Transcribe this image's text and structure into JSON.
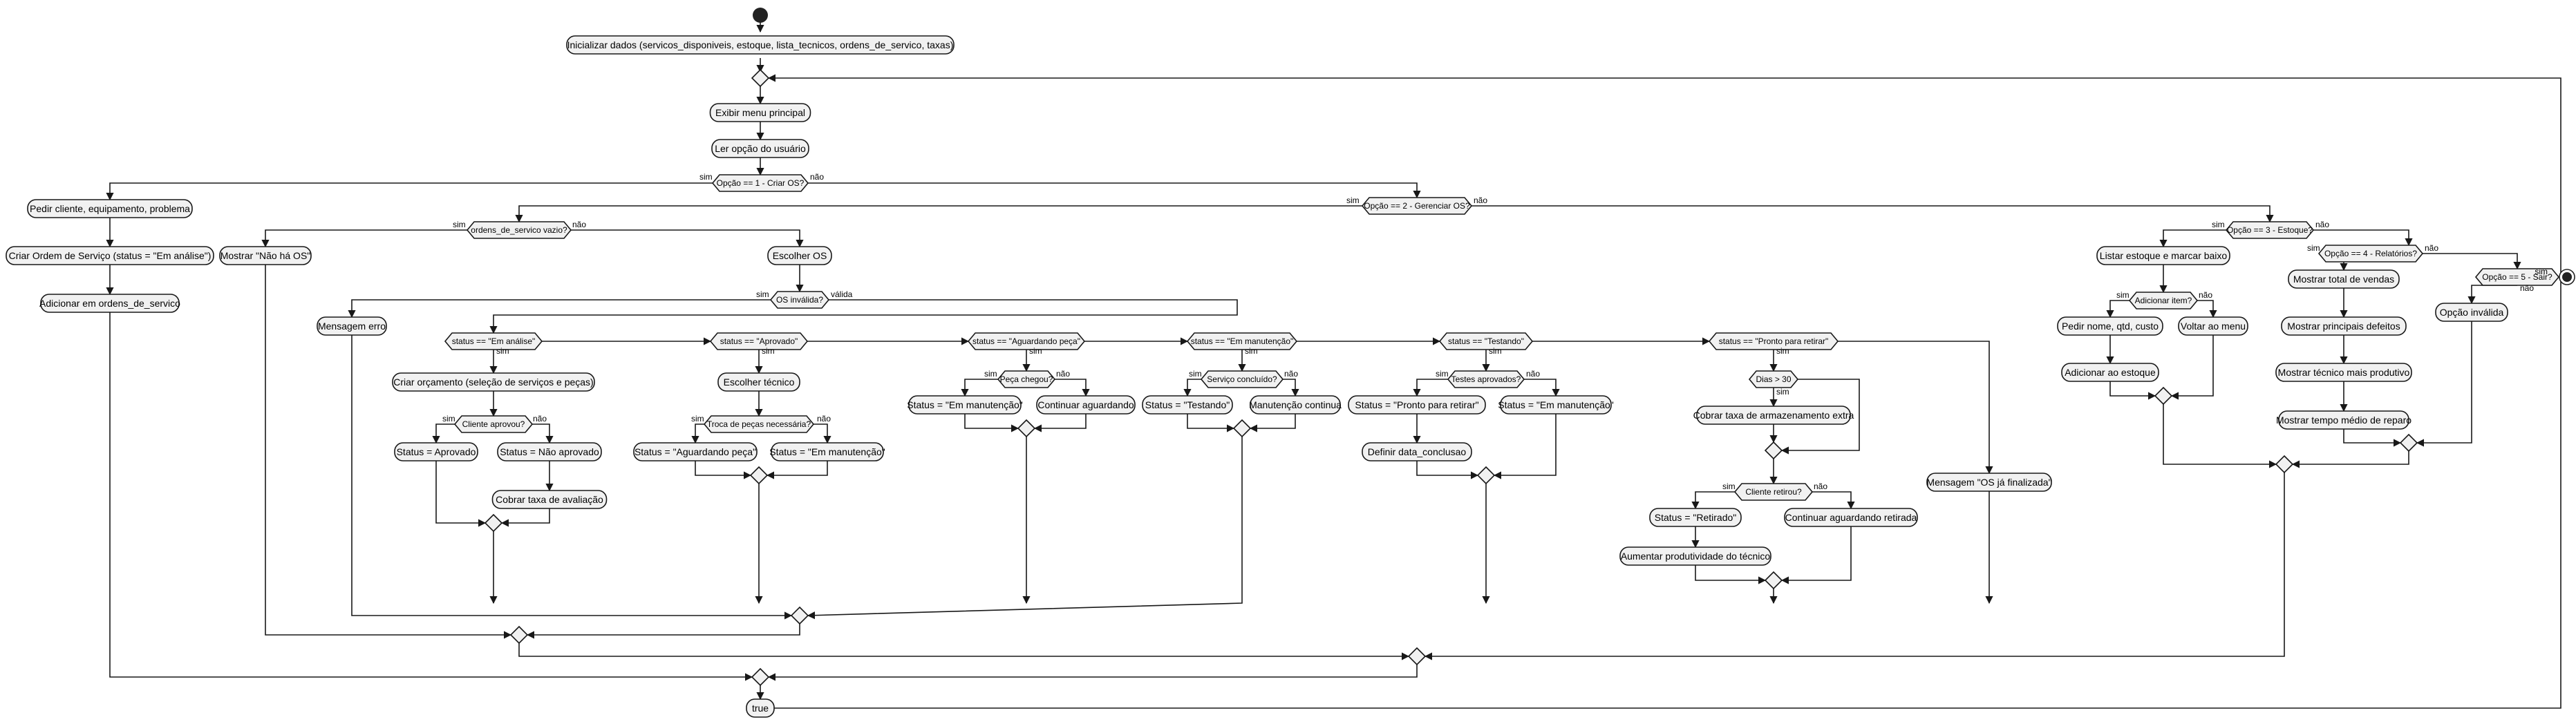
{
  "nodes": {
    "init": "Inicializar dados (servicos_disponiveis, estoque, lista_tecnicos, ordens_de_servico, taxas)",
    "menu": "Exibir menu principal",
    "ler": "Ler opção do usuário",
    "op1": "Opção == 1 - Criar OS?",
    "pedir": "Pedir cliente, equipamento, problema",
    "criar": "Criar Ordem de Serviço (status = \"Em análise\")",
    "adicionar": "Adicionar em ordens_de_servico",
    "op2": "Opção == 2 - Gerenciar OS?",
    "vazio": "ordens_de_servico vazio?",
    "naoha": "Mostrar \"Não há OS\"",
    "escolher": "Escolher OS",
    "invalida": "OS inválida?",
    "erro": "Mensagem erro",
    "st_analise": "status == \"Em análise\"",
    "orcamento": "Criar orçamento (seleção de serviços e peças)",
    "aprovou": "Cliente aprovou?",
    "s_aprovado": "Status = Aprovado",
    "s_naoaprovado": "Status = Não aprovado",
    "taxa_aval": "Cobrar taxa de avaliação",
    "st_aprovado": "status == \"Aprovado\"",
    "tecnico": "Escolher técnico",
    "troca": "Troca de peças necessária?",
    "s_aguardando": "Status = \"Aguardando peça\"",
    "s_manut1": "Status = \"Em manutenção\"",
    "st_aguardando": "status == \"Aguardando peça\"",
    "peca": "Peça chegou?",
    "s_manut2": "Status = \"Em manutenção\"",
    "cont_aguard": "Continuar aguardando",
    "st_manut": "status == \"Em manutenção\"",
    "concluido": "Serviço concluído?",
    "s_testando": "Status = \"Testando\"",
    "manut_cont": "Manutenção continua",
    "st_testando": "status == \"Testando\"",
    "testes": "Testes aprovados?",
    "s_pronto": "Status = \"Pronto para retirar\"",
    "s_manut3": "Status = \"Em manutenção\"",
    "data_conc": "Definir data_conclusao",
    "st_pronto": "status == \"Pronto para retirar\"",
    "dias": "Dias > 30",
    "taxa_arm": "Cobrar taxa de armazenamento extra",
    "retirou": "Cliente retirou?",
    "s_retirado": "Status = \"Retirado\"",
    "cont_retirada": "Continuar aguardando retirada",
    "produtividade": "Aumentar produtividade do técnico",
    "finalizada": "Mensagem \"OS já finalizada\"",
    "op3": "Opção == 3 - Estoque?",
    "listar": "Listar estoque e marcar baixo",
    "addItem": "Adicionar item?",
    "pedirItem": "Pedir nome, qtd, custo",
    "voltar": "Voltar ao menu",
    "addEstoque": "Adicionar ao estoque",
    "op4": "Opção == 4 - Relatórios?",
    "vendas": "Mostrar total de vendas",
    "defeitos": "Mostrar principais defeitos",
    "produtivo": "Mostrar técnico mais produtivo",
    "reparo": "Mostrar tempo médio de reparo",
    "op5": "Opção == 5 - Sair?",
    "opinvalida": "Opção inválida",
    "true": "true"
  },
  "labels": {
    "sim": "sim",
    "nao": "não",
    "valida": "válida"
  }
}
